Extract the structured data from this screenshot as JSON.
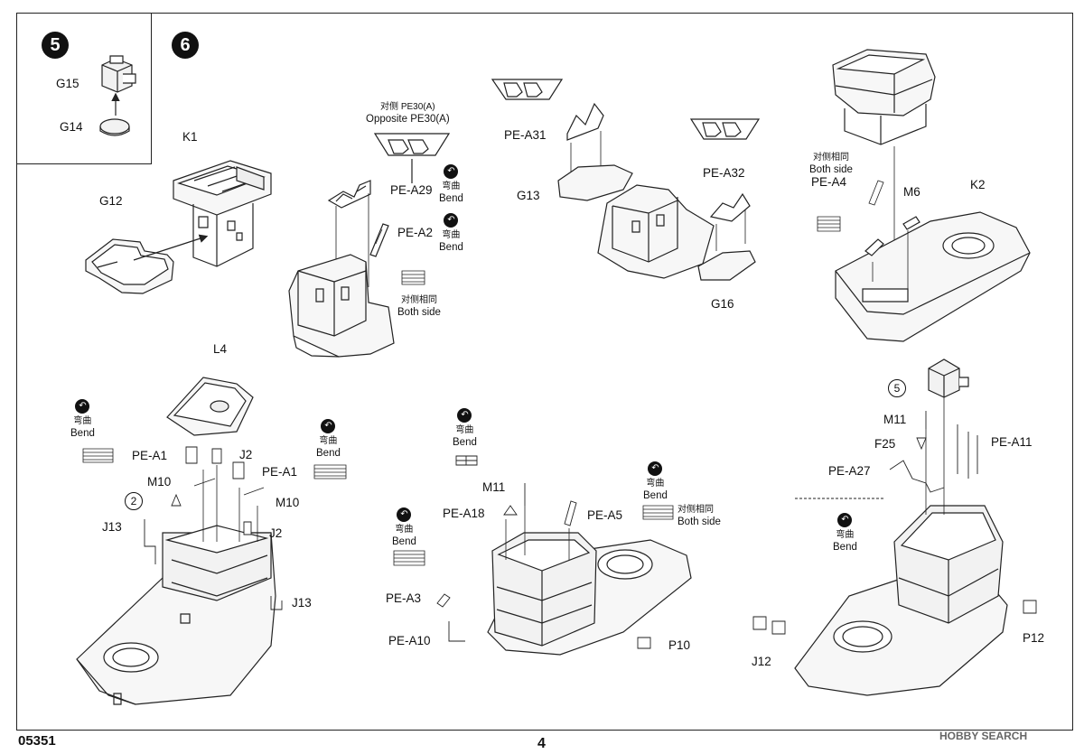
{
  "steps": {
    "s5": "5",
    "s6": "6"
  },
  "sub5": {
    "g15": "G15",
    "g14": "G14"
  },
  "a1": {
    "k1": "K1",
    "g12": "G12"
  },
  "a2": {
    "opp_cn": "对侧 PE30(A)",
    "opp_en": "Opposite PE30(A)",
    "pea29": "PE-A29",
    "pea2": "PE-A2",
    "bend1_cn": "弯曲",
    "bend1_en": "Bend",
    "bend2_cn": "弯曲",
    "bend2_en": "Bend",
    "both_cn": "对侧相同",
    "both_en": "Both side"
  },
  "a3": {
    "pea31": "PE-A31",
    "g13": "G13",
    "pea32": "PE-A32",
    "g16": "G16"
  },
  "a4": {
    "both_cn": "对侧相同",
    "both_en": "Both side",
    "pea4": "PE-A4",
    "m6": "M6",
    "k2": "K2"
  },
  "b1": {
    "l4": "L4",
    "bendL_cn": "弯曲",
    "bendL_en": "Bend",
    "bendR_cn": "弯曲",
    "bendR_en": "Bend",
    "pea1_left": "PE-A1",
    "pea1_right": "PE-A1",
    "j2_top": "J2",
    "j2_bottom": "J2",
    "m10_left": "M10",
    "m10_right": "M10",
    "ref2": "2",
    "j13_left": "J13",
    "j13_right": "J13"
  },
  "b2": {
    "bend1_cn": "弯曲",
    "bend1_en": "Bend",
    "m11": "M11",
    "bend2_cn": "弯曲",
    "bend2_en": "Bend",
    "bend3_cn": "弯曲",
    "bend3_en": "Bend",
    "pea18": "PE-A18",
    "pea5": "PE-A5",
    "both_cn": "对侧相同",
    "both_en": "Both side",
    "pea3": "PE-A3",
    "pea10": "PE-A10",
    "p10": "P10"
  },
  "b3": {
    "ref5": "5",
    "m11": "M11",
    "f25": "F25",
    "pea11": "PE-A11",
    "pea27": "PE-A27",
    "bend_cn": "弯曲",
    "bend_en": "Bend",
    "j12": "J12",
    "p12": "P12"
  },
  "footer": {
    "code": "05351",
    "page": "4",
    "watermark": "HOBBY SEARCH"
  }
}
